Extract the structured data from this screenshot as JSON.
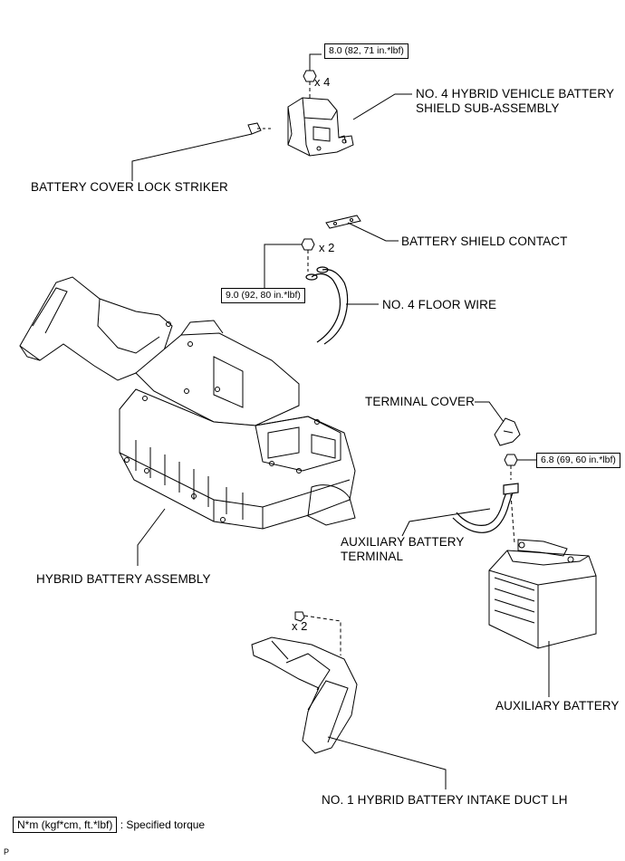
{
  "labels": {
    "shield_assy": [
      "NO. 4 HYBRID VEHICLE BATTERY",
      "SHIELD SUB-ASSEMBLY"
    ],
    "lock_striker": "BATTERY COVER LOCK STRIKER",
    "shield_contact": "BATTERY SHIELD CONTACT",
    "floor_wire": "NO. 4 FLOOR WIRE",
    "terminal_cover": "TERMINAL COVER",
    "aux_terminal": [
      "AUXILIARY BATTERY",
      "TERMINAL"
    ],
    "hybrid_battery": "HYBRID BATTERY ASSEMBLY",
    "aux_battery": "AUXILIARY BATTERY",
    "intake_duct": "NO. 1 HYBRID BATTERY INTAKE DUCT LH"
  },
  "torques": {
    "shield": "8.0 (82, 71 in.*lbf)",
    "floor_wire": "9.0 (92, 80 in.*lbf)",
    "terminal": "6.8 (69, 60 in.*lbf)"
  },
  "multipliers": {
    "shield_nuts": "x 4",
    "wire_nuts": "x 2",
    "duct_clips": "x 2"
  },
  "legend": {
    "unit": "N*m (kgf*cm, ft.*lbf)",
    "text": ": Specified torque"
  },
  "figure_id": "P"
}
